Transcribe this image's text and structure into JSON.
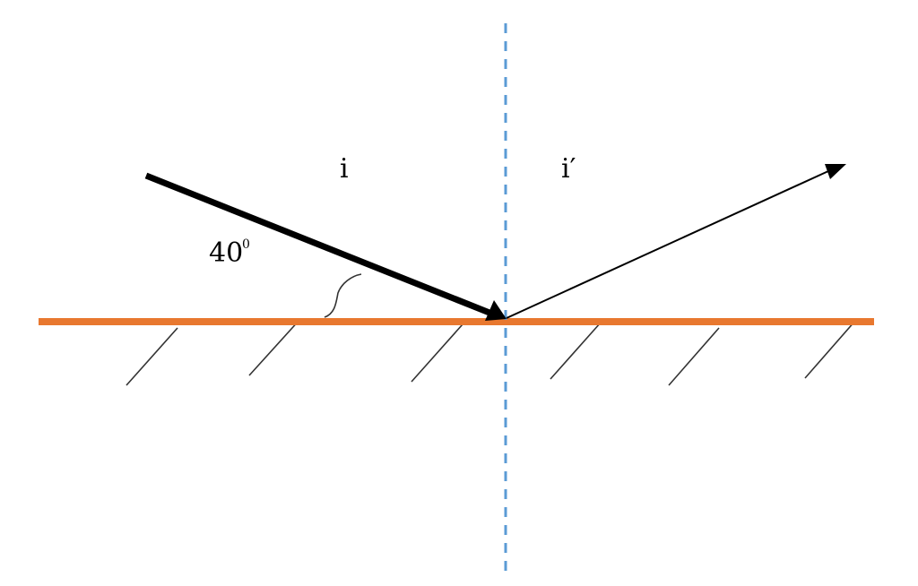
{
  "labels": {
    "incident_angle": "i",
    "reflected_angle": "i′",
    "angle_value": "40",
    "angle_unit": "0"
  },
  "colors": {
    "mirror": "#e8782f",
    "normal": "#5b9bd5",
    "rays": "#000000",
    "hatch": "#333333",
    "background": "#ffffff"
  }
}
